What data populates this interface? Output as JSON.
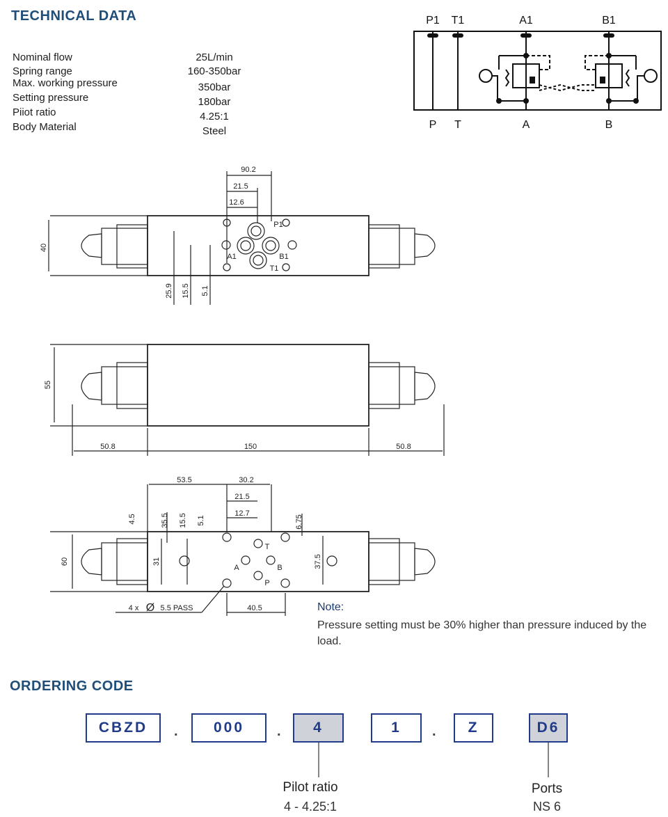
{
  "technical_data": {
    "heading": "TECHNICAL DATA",
    "specs": [
      {
        "label": "Nominal flow",
        "value": "25L/min"
      },
      {
        "label": "Spring range",
        "value": "160-350bar"
      },
      {
        "label": "Max. working pressure",
        "value": "350bar"
      },
      {
        "label": "Setting pressure",
        "value": "180bar"
      },
      {
        "label": "Piiot ratio",
        "value": "4.25:1"
      },
      {
        "label": "Body Material",
        "value": "Steel"
      }
    ]
  },
  "schematic": {
    "top_ports": [
      "P1",
      "T1",
      "A1",
      "B1"
    ],
    "bottom_ports": [
      "P",
      "T",
      "A",
      "B"
    ]
  },
  "drawing_top": {
    "dims": [
      "90.2",
      "21.5",
      "12.6",
      "40",
      "25.9",
      "15.5",
      "5.1"
    ],
    "port_labels": [
      "P1",
      "A1",
      "B1",
      "T1"
    ]
  },
  "drawing_side": {
    "dims": [
      "55",
      "50.8",
      "150",
      "50.8"
    ]
  },
  "drawing_bottom": {
    "dims": [
      "53.5",
      "30.2",
      "21.5",
      "12.7",
      "4.5",
      "35.5",
      "15.5",
      "5.1",
      "6.75",
      "60",
      "31",
      "37.5",
      "40.5"
    ],
    "port_labels": [
      "T",
      "A",
      "B",
      "P"
    ],
    "hole_callout": "4 x",
    "hole_callout_dia": "Ø",
    "hole_callout_text": "5.5 PASS"
  },
  "note": {
    "title": "Note:",
    "text": "Pressure setting must be 30% higher than pressure induced by the load."
  },
  "ordering_code": {
    "heading": "ORDERING CODE",
    "boxes": [
      "CBZD",
      "000",
      "4",
      "1",
      "Z",
      "D6"
    ],
    "separator": ".",
    "callouts": [
      {
        "title": "Pilot ratio",
        "value": "4 - 4.25:1"
      },
      {
        "title": "Ports",
        "value": "NS 6"
      }
    ]
  }
}
